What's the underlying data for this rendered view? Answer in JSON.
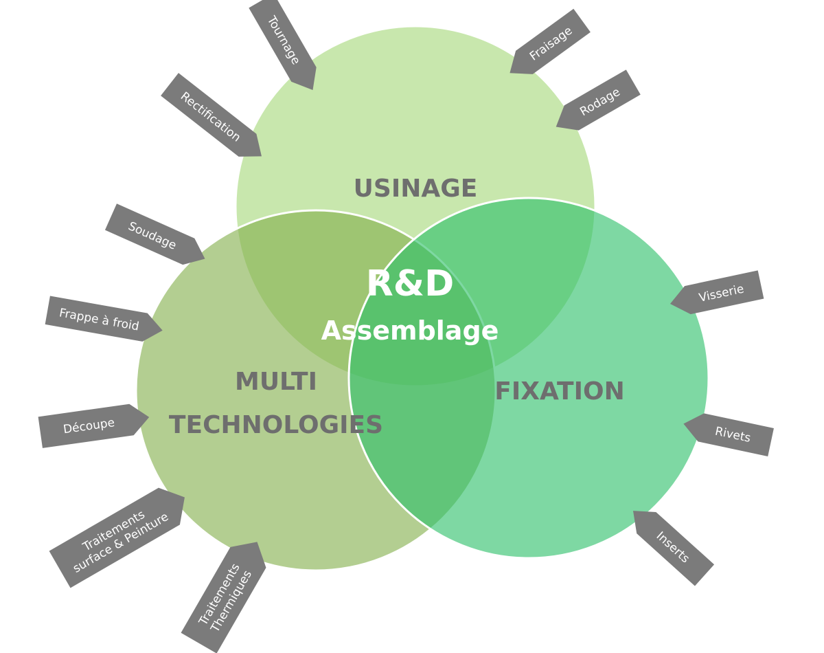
{
  "diagram": {
    "colors": {
      "usinage": "#a7d87a",
      "multi": "#84b04e",
      "fixation": "#2fc06a",
      "tag": "#7b7b7b",
      "caption": "#6e6e6e"
    },
    "circles": {
      "usinage": "USINAGE",
      "multi_line1": "MULTI",
      "multi_line2": "TECHNOLOGIES",
      "fixation": "FIXATION"
    },
    "center": {
      "line1": "R&D",
      "line2": "Assemblage"
    },
    "tags": [
      {
        "label": "Tournage",
        "lines": [
          "Tournage"
        ]
      },
      {
        "label": "Rectification",
        "lines": [
          "Rectification"
        ]
      },
      {
        "label": "Fraisage",
        "lines": [
          "Fraisage"
        ]
      },
      {
        "label": "Rodage",
        "lines": [
          "Rodage"
        ]
      },
      {
        "label": "Soudage",
        "lines": [
          "Soudage"
        ]
      },
      {
        "label": "Frappe à froid",
        "lines": [
          "Frappe à froid"
        ]
      },
      {
        "label": "Découpe",
        "lines": [
          "Découpe"
        ]
      },
      {
        "label": "Traitements surface & Peinture",
        "lines": [
          "Traitements",
          "surface & Peinture"
        ]
      },
      {
        "label": "Traitements Thermiques",
        "lines": [
          "Traitements",
          "Thermiques"
        ]
      },
      {
        "label": "Visserie",
        "lines": [
          "Visserie"
        ]
      },
      {
        "label": "Rivets",
        "lines": [
          "Rivets"
        ]
      },
      {
        "label": "Inserts",
        "lines": [
          "Inserts"
        ]
      }
    ]
  }
}
